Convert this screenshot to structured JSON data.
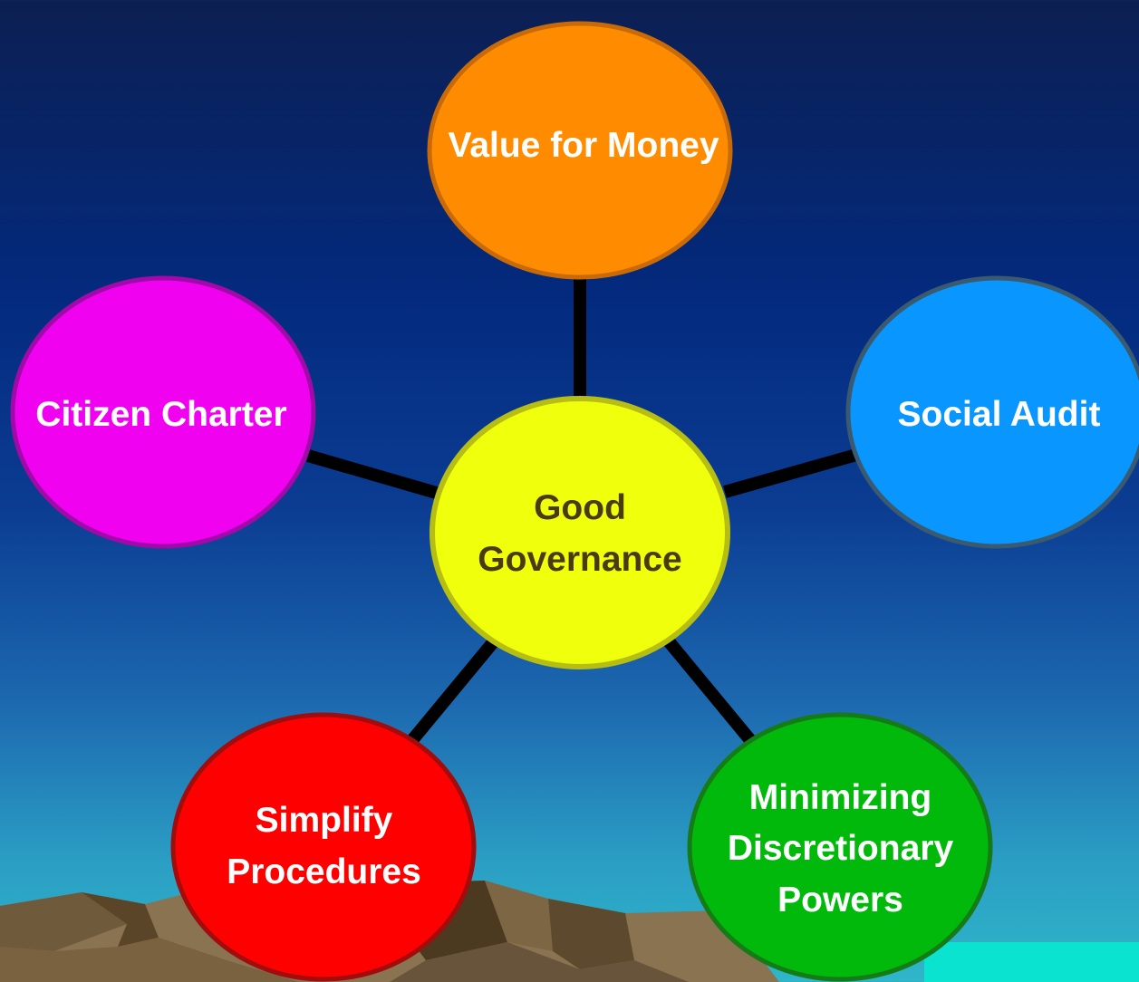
{
  "center": {
    "label": "Good\nGovernance",
    "fill": "#f0ff0c",
    "stroke": "#b6be14",
    "text_color": "#4a3a10"
  },
  "nodes": [
    {
      "id": "value-for-money",
      "label": "Value for Money",
      "fill": "#ff8c00",
      "stroke": "#c96a08",
      "text_color": "#ffffff"
    },
    {
      "id": "citizen-charter",
      "label": "Citizen Charter",
      "fill": "#f002f0",
      "stroke": "#a10aa9",
      "text_color": "#ffffff"
    },
    {
      "id": "social-audit",
      "label": "Social Audit",
      "fill": "#0996ff",
      "stroke": "#3a5a70",
      "text_color": "#ffffff"
    },
    {
      "id": "simplify-procedures",
      "label": "Simplify\nProcedures",
      "fill": "#ff0000",
      "stroke": "#a10c0c",
      "text_color": "#ffffff"
    },
    {
      "id": "minimizing-discretionary-powers",
      "label": "Minimizing\nDiscretionary\nPowers",
      "fill": "#00b90b",
      "stroke": "#157b16",
      "text_color": "#ffffff"
    }
  ],
  "connector_color": "#000000"
}
